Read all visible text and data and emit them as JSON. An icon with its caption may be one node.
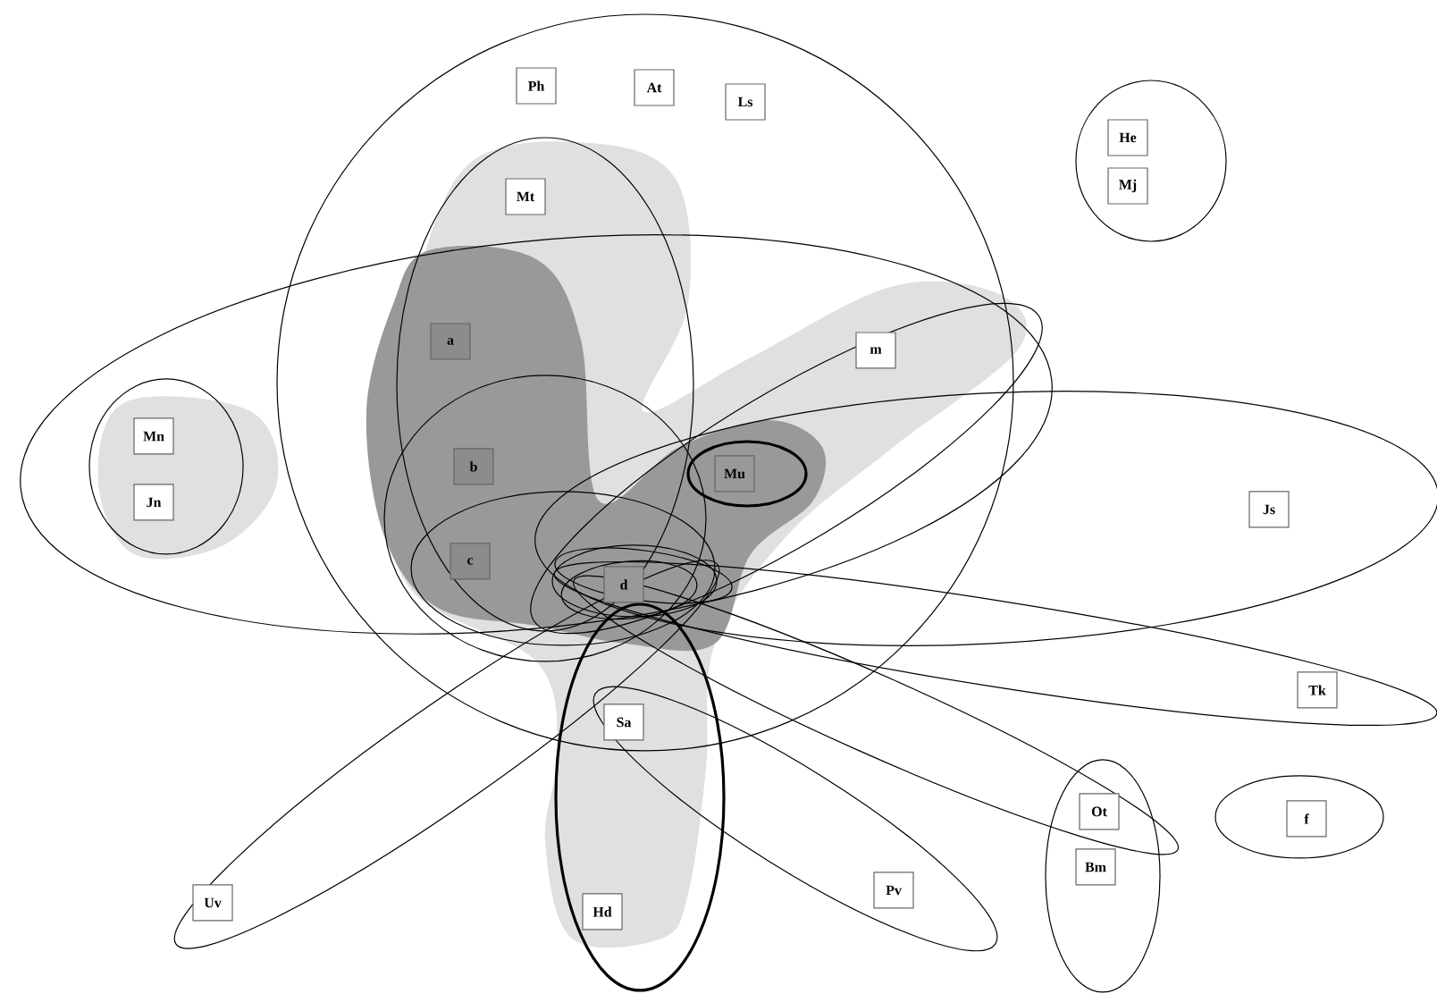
{
  "diagram": {
    "nodes": [
      {
        "text": [
          "Ph"
        ]
      },
      {
        "text": [
          "At"
        ]
      },
      {
        "text": [
          "Ls"
        ]
      },
      {
        "text": [
          "He"
        ]
      },
      {
        "text": [
          "Mj"
        ]
      },
      {
        "text": [
          "Mt"
        ]
      },
      {
        "text": [
          "a"
        ]
      },
      {
        "text": [
          "m"
        ]
      },
      {
        "text": [
          "Mn"
        ]
      },
      {
        "text": [
          "Jn"
        ]
      },
      {
        "text": [
          "b"
        ]
      },
      {
        "text": [
          "Mu"
        ]
      },
      {
        "text": [
          "Js"
        ]
      },
      {
        "text": [
          "c"
        ]
      },
      {
        "text": [
          "d"
        ]
      },
      {
        "text": [
          "Tk"
        ]
      },
      {
        "text": [
          "Sa"
        ]
      },
      {
        "text": [
          "Ot"
        ]
      },
      {
        "text": [
          "f"
        ]
      },
      {
        "text": [
          "Bm"
        ]
      },
      {
        "text": [
          "Uv"
        ]
      },
      {
        "text": [
          "Pv"
        ]
      },
      {
        "text": [
          "Hd"
        ]
      }
    ]
  }
}
